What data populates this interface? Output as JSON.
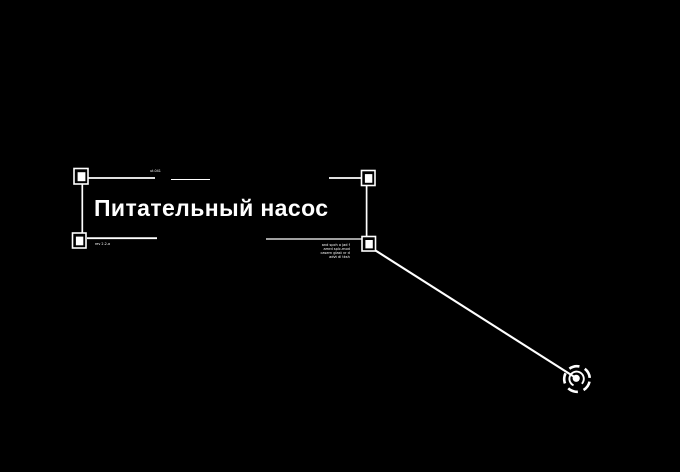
{
  "colors": {
    "background": "#000000",
    "foreground": "#ffffff"
  },
  "callout": {
    "title": "Питательный насос",
    "microtext_top": "ut.041",
    "microtext_bottom_left": "rev 2.2-a",
    "microtext_block": {
      "line1": "and spch o jad f",
      "line2": "amrd splc-mod",
      "line3": "casern glast vr d",
      "line4": "advt dl tksh"
    }
  },
  "marker": {
    "icon": "target-reticle-icon"
  }
}
